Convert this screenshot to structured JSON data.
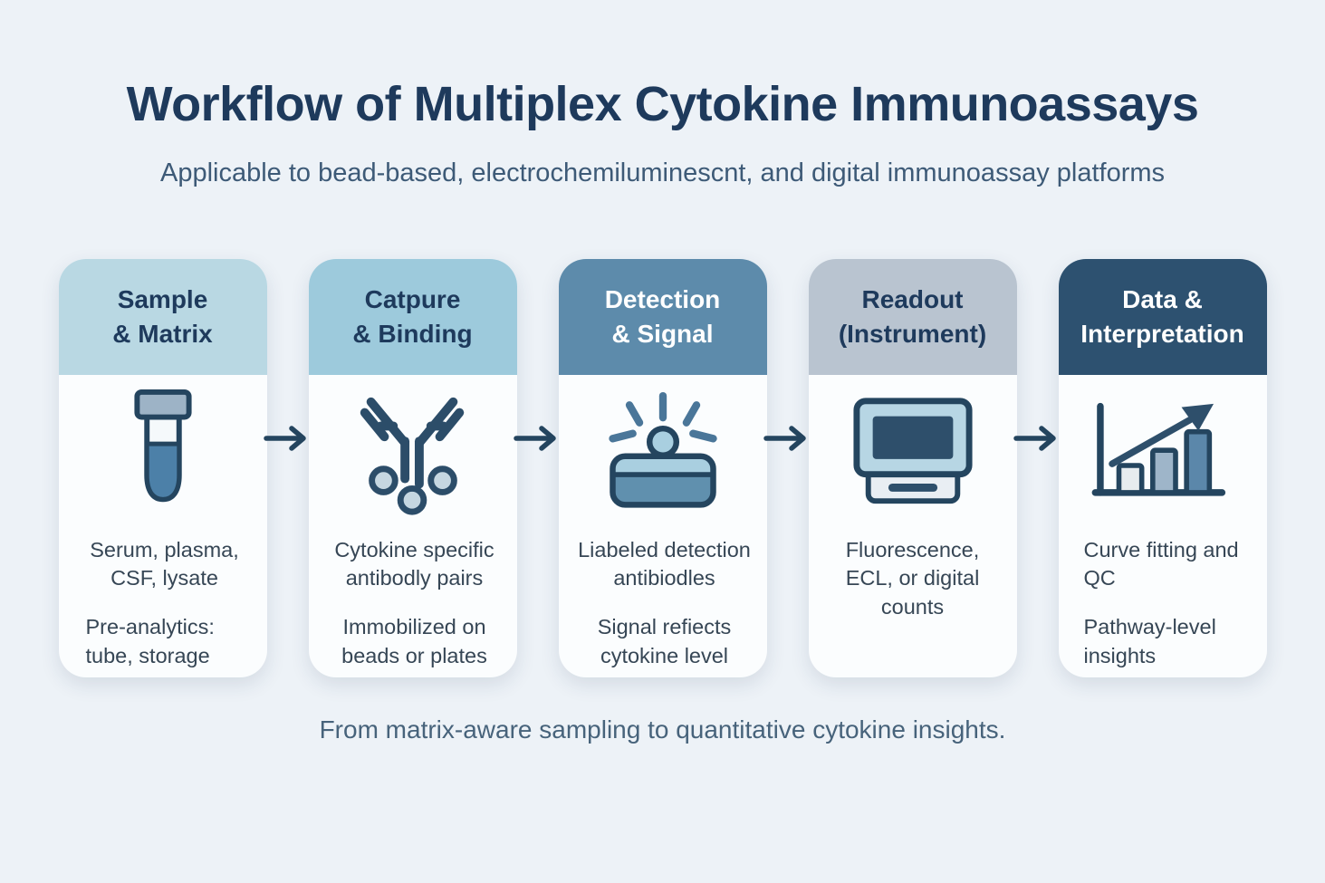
{
  "header": {
    "title": "Workflow of Multiplex Cytokine Immunoassays",
    "subtitle": "Applicable to bead-based, electrochemiluminescnt, and digital immunoassay platforms"
  },
  "colors": {
    "background": "#edf2f7",
    "card_background": "#fbfdfe",
    "title_text": "#1e3a5c",
    "subtitle_text": "#3d5a77",
    "body_text": "#364655",
    "footer_text": "#47637b",
    "arrow": "#24455f"
  },
  "steps": [
    {
      "id": "sample-matrix",
      "title_line1": "Sample",
      "title_line2": "& Matrix",
      "header_bg": "#b9d8e3",
      "header_text_color": "#1e3a5c",
      "icon": "test-tube-icon",
      "paragraphs": [
        "Serum, plasma, CSF, lysate",
        "Pre-analytics: tube, storage"
      ]
    },
    {
      "id": "capture-binding",
      "title_line1": "Catpure",
      "title_line2": "& Binding",
      "header_bg": "#9dcadc",
      "header_text_color": "#1e3a5c",
      "icon": "antibody-icon",
      "paragraphs": [
        "Cytokine specific antibodly pairs",
        "Immobilized on beads or plates"
      ]
    },
    {
      "id": "detection-signal",
      "title_line1": "Detection",
      "title_line2": "& Signal",
      "header_bg": "#5d8bab",
      "header_text_color": "#ffffff",
      "icon": "signal-lamp-icon",
      "paragraphs": [
        "Liabeled detection antibiodles",
        "Signal refiects cytokine level"
      ]
    },
    {
      "id": "readout-instrument",
      "title_line1": "Readout",
      "title_line2": "(Instrument)",
      "header_bg": "#b9c4d0",
      "header_text_color": "#1e3a5c",
      "icon": "instrument-icon",
      "paragraphs": [
        "Fluorescence, ECL, or digital counts"
      ]
    },
    {
      "id": "data-interpretation",
      "title_line1": "Data &",
      "title_line2": "Interpretation",
      "header_bg": "#2d5170",
      "header_text_color": "#ffffff",
      "icon": "bar-chart-arrow-icon",
      "paragraphs": [
        "Curve fitting and QC",
        "Pathway-level insights"
      ]
    }
  ],
  "footer": {
    "caption": "From matrix-aware sampling to quantitative cytokine insights."
  }
}
